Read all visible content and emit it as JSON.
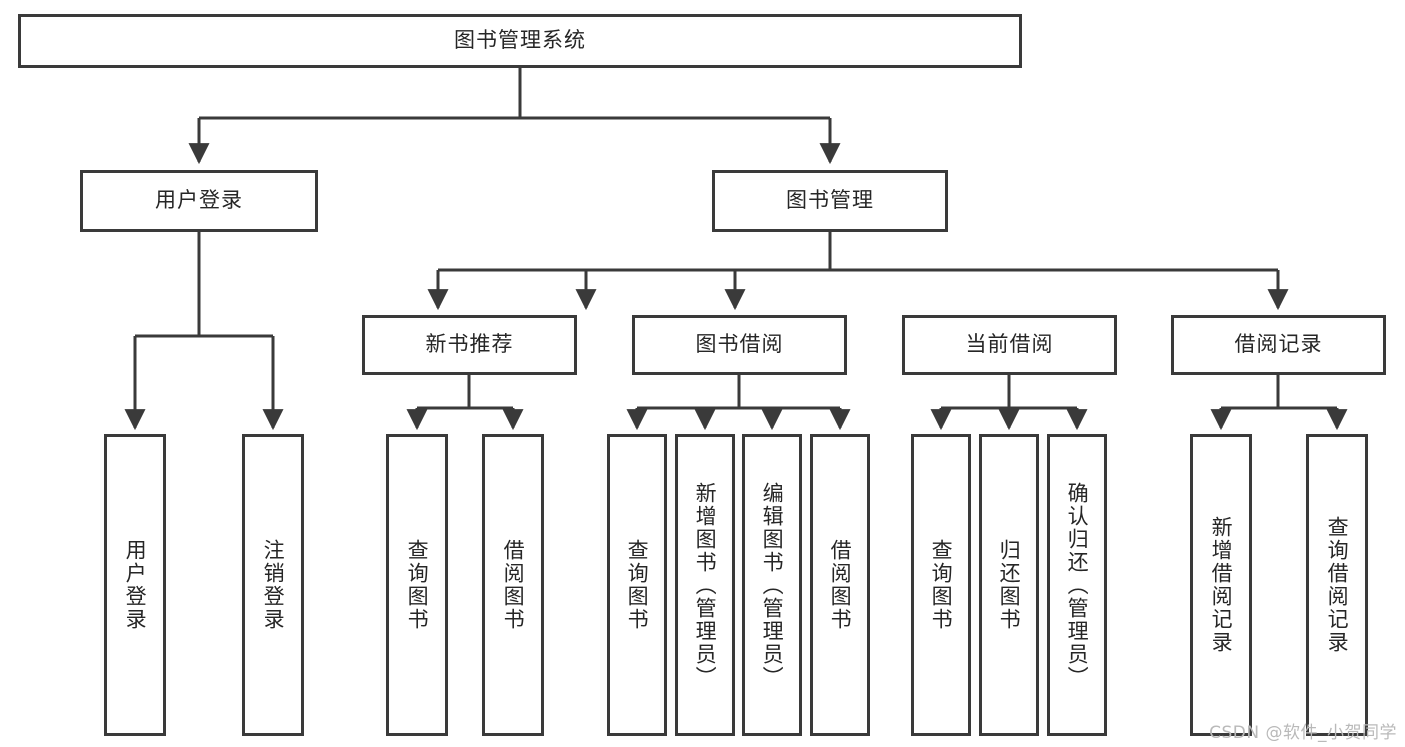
{
  "diagram": {
    "title_root": "图书管理系统",
    "watermark": "CSDN @软件_小贺同学",
    "colors": {
      "stroke": "#3a3a3a",
      "text": "#262626",
      "background": "#ffffff",
      "watermark": "#b9b9b9"
    },
    "levels": {
      "level1": [
        {
          "id": "root",
          "label": "图书管理系统"
        }
      ],
      "level2": [
        {
          "id": "user-login",
          "label": "用户登录"
        },
        {
          "id": "book-manage",
          "label": "图书管理"
        }
      ],
      "level3": [
        {
          "id": "new-book-recommend",
          "label": "新书推荐"
        },
        {
          "id": "book-borrow",
          "label": "图书借阅"
        },
        {
          "id": "current-borrow",
          "label": "当前借阅"
        },
        {
          "id": "borrow-record",
          "label": "借阅记录"
        }
      ],
      "level4": [
        {
          "id": "leaf-user-login",
          "label": "用户登录",
          "parent": "user-login"
        },
        {
          "id": "leaf-logout",
          "label": "注销登录",
          "parent": "user-login"
        },
        {
          "id": "leaf-query-book-1",
          "label": "查询图书",
          "parent": "new-book-recommend"
        },
        {
          "id": "leaf-borrow-book-1",
          "label": "借阅图书",
          "parent": "new-book-recommend"
        },
        {
          "id": "leaf-query-book-2",
          "label": "查询图书",
          "parent": "book-borrow"
        },
        {
          "id": "leaf-add-book",
          "label": "新增图书（管理员）",
          "parent": "book-borrow"
        },
        {
          "id": "leaf-edit-book",
          "label": "编辑图书（管理员）",
          "parent": "book-borrow"
        },
        {
          "id": "leaf-borrow-book-2",
          "label": "借阅图书",
          "parent": "book-borrow"
        },
        {
          "id": "leaf-query-book-3",
          "label": "查询图书",
          "parent": "current-borrow"
        },
        {
          "id": "leaf-return-book",
          "label": "归还图书",
          "parent": "current-borrow"
        },
        {
          "id": "leaf-confirm-return",
          "label": "确认归还（管理员）",
          "parent": "current-borrow"
        },
        {
          "id": "leaf-add-record",
          "label": "新增借阅记录",
          "parent": "borrow-record"
        },
        {
          "id": "leaf-query-record",
          "label": "查询借阅记录",
          "parent": "borrow-record"
        }
      ]
    }
  }
}
